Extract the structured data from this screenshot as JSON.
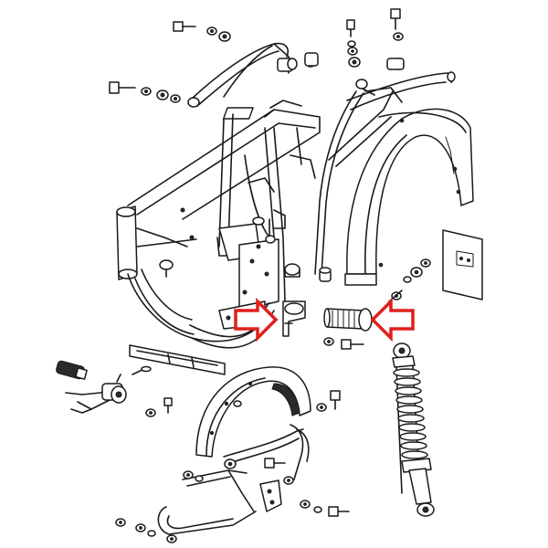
{
  "figure": {
    "kind": "exploded parts diagram",
    "line_color": "#1a1a1a",
    "background": "#ffffff"
  },
  "highlight": {
    "arrow_color": "#e0201c",
    "arrows": [
      {
        "points_to": "swing-arm-pivot-bracket",
        "direction": "right"
      },
      {
        "points_to": "swing-arm-pivot-spindle",
        "direction": "left"
      }
    ]
  }
}
